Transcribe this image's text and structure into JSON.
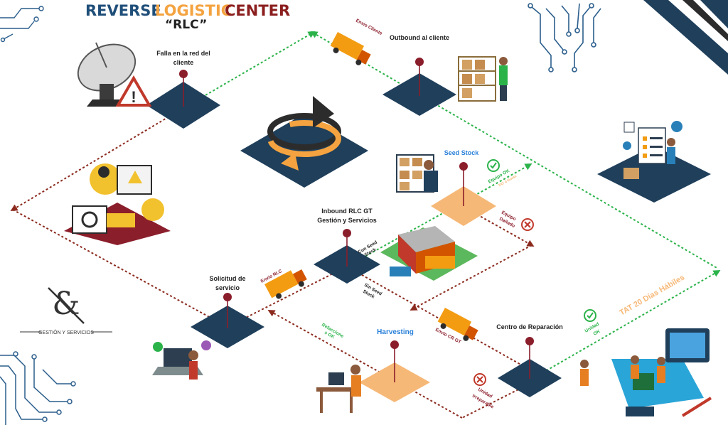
{
  "title": {
    "word1": "REVERSE",
    "word2": "LOGISTIC",
    "word3": "CENTER",
    "subtitle": "“RLC”",
    "color_blue": "#1f4e79",
    "color_orange": "#f4a340",
    "color_red": "#8b1e1e"
  },
  "nodes": {
    "falla": {
      "line1": "Falla en la red del",
      "line2": "cliente"
    },
    "outbound": {
      "label": "Outbound al cliente"
    },
    "seed_stock": {
      "label": "Seed Stock"
    },
    "inbound": {
      "line1": "Inbound RLC GT",
      "line2": "Gestión y Servicios"
    },
    "solicitud": {
      "line1": "Solicitud de",
      "line2": "servicio"
    },
    "harvesting": {
      "label": "Harvesting"
    },
    "reparacion": {
      "label": "Centro de Reparación"
    }
  },
  "flow_labels": {
    "envio_cliente": "Envio Cliente",
    "envio_rlc": "Envio RLC",
    "envio_cr_gt": "Envío CR GT",
    "equipo_ok_1": "Equipo OK",
    "equipo_ok_2": "TAT 4 Horas",
    "equipo_danado_1": "Equipo",
    "equipo_danado_2": "Dañado",
    "con_seed_1": "Con Seed",
    "con_seed_2": "Stock",
    "sin_seed_1": "Sin Seed",
    "sin_seed_2": "Stock",
    "refaccione_1": "Refaccione",
    "refaccione_2": "s OK",
    "unidad_ok_1": "Unidad",
    "unidad_ok_2": "OK",
    "unidad_irrep_1": "Unidad",
    "unidad_irrep_2": "Irreparable",
    "tat_20": "TAT 20 Días Hábiles"
  },
  "logo": {
    "tagline": "GESTIÓN Y SERVICIOS"
  },
  "colors": {
    "navy_tile": "#1f3f5b",
    "orange_tile": "#f6b877",
    "pin": "#8b1e2b",
    "green_path": "#2bb34a",
    "red_path": "#8b2a1e"
  },
  "icons": [
    "satellite-dish-icon",
    "warning-icon",
    "call-center-icon",
    "warehouse-worker-icon",
    "seed-stock-worker-icon",
    "rlc-warehouse-icon",
    "delivery-truck-icon",
    "laptop-user-icon",
    "technician-desk-icon",
    "repair-team-icon",
    "quality-control-icon",
    "cycle-arrows-icon",
    "check-icon",
    "cross-icon"
  ]
}
